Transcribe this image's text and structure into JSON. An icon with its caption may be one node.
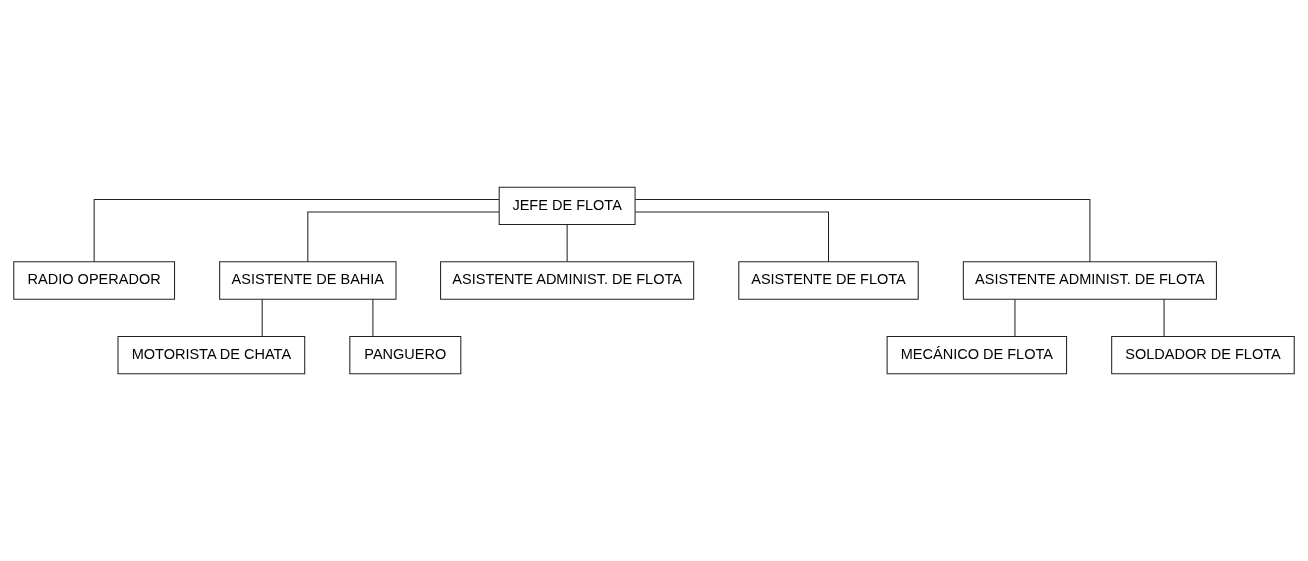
{
  "diagram": {
    "nodes": [
      {
        "text": [
          "JEFE DE FLOTA"
        ]
      },
      {
        "text": [
          "RADIO OPERADOR"
        ]
      },
      {
        "text": [
          "ASISTENTE DE BAHIA"
        ]
      },
      {
        "text": [
          "ASISTENTE ADMINIST. DE FLOTA"
        ]
      },
      {
        "text": [
          "ASISTENTE DE FLOTA"
        ]
      },
      {
        "text": [
          "ASISTENTE ADMINIST. DE FLOTA"
        ]
      },
      {
        "text": [
          "MOTORISTA DE CHATA"
        ]
      },
      {
        "text": [
          "PANGUERO"
        ]
      },
      {
        "text": [
          "MECÁNICO DE FLOTA"
        ]
      },
      {
        "text": [
          "SOLDADOR DE FLOTA"
        ]
      }
    ],
    "edges": [
      {
        "from": 0,
        "to": 1,
        "arrow": "none"
      },
      {
        "from": 0,
        "to": 2,
        "arrow": "none"
      },
      {
        "from": 0,
        "to": 3,
        "arrow": "none"
      },
      {
        "from": 0,
        "to": 4,
        "arrow": "none"
      },
      {
        "from": 0,
        "to": 5,
        "arrow": "none"
      },
      {
        "from": 2,
        "to": 6,
        "arrow": "none"
      },
      {
        "from": 2,
        "to": 7,
        "arrow": "none"
      },
      {
        "from": 5,
        "to": 8,
        "arrow": "none"
      },
      {
        "from": 5,
        "to": 9,
        "arrow": "none"
      }
    ]
  }
}
